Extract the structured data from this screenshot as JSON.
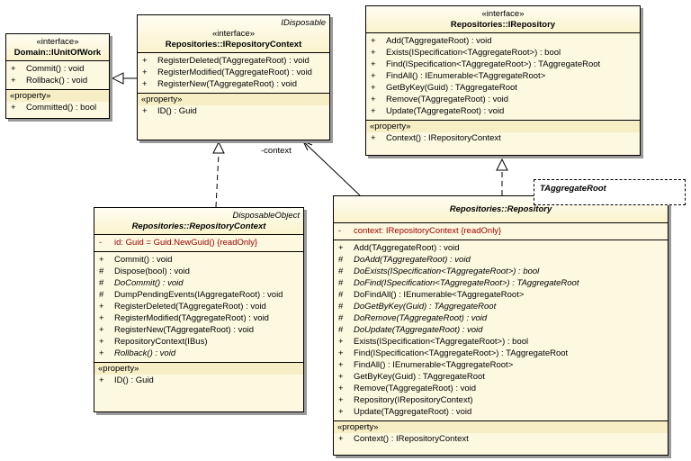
{
  "iunitofwork": {
    "stereotype": "«interface»",
    "name": "Domain::IUnitOfWork",
    "methods": [
      {
        "vis": "+",
        "text": "Commit() : void"
      },
      {
        "vis": "+",
        "text": "Rollback() : void"
      }
    ],
    "property_stereotype": "«property»",
    "properties": [
      {
        "vis": "+",
        "text": "Committed() : bool"
      }
    ]
  },
  "irepositorycontext": {
    "parent": "IDisposable",
    "stereotype": "«interface»",
    "name": "Repositories::IRepositoryContext",
    "methods": [
      {
        "vis": "+",
        "text": "RegisterDeleted(TAggregateRoot) : void"
      },
      {
        "vis": "+",
        "text": "RegisterModified(TAggregateRoot) : void"
      },
      {
        "vis": "+",
        "text": "RegisterNew(TAggregateRoot) : void"
      }
    ],
    "property_stereotype": "«property»",
    "properties": [
      {
        "vis": "+",
        "text": "ID() : Guid"
      }
    ]
  },
  "irepository": {
    "stereotype": "«interface»",
    "name": "Repositories::IRepository",
    "methods": [
      {
        "vis": "+",
        "text": "Add(TAggregateRoot) : void"
      },
      {
        "vis": "+",
        "text": "Exists(ISpecification<TAggregateRoot>) : bool"
      },
      {
        "vis": "+",
        "text": "Find(ISpecification<TAggregateRoot>) : TAggregateRoot"
      },
      {
        "vis": "+",
        "text": "FindAll() : IEnumerable<TAggregateRoot>"
      },
      {
        "vis": "+",
        "text": "GetByKey(Guid) : TAggregateRoot"
      },
      {
        "vis": "+",
        "text": "Remove(TAggregateRoot) : void"
      },
      {
        "vis": "+",
        "text": "Update(TAggregateRoot) : void"
      }
    ],
    "property_stereotype": "«property»",
    "properties": [
      {
        "vis": "+",
        "text": "Context() : IRepositoryContext"
      }
    ]
  },
  "repositorycontext": {
    "parent": "DisposableObject",
    "name": "Repositories::RepositoryContext",
    "attributes": [
      {
        "vis": "-",
        "text": "id:  Guid = Guid.NewGuid() {readOnly}"
      }
    ],
    "methods": [
      {
        "vis": "+",
        "text": "Commit() : void",
        "italic": false
      },
      {
        "vis": "#",
        "text": "Dispose(bool) : void",
        "italic": false
      },
      {
        "vis": "#",
        "text": "DoCommit() : void",
        "italic": true
      },
      {
        "vis": "#",
        "text": "DumpPendingEvents(IAggregateRoot) : void",
        "italic": false
      },
      {
        "vis": "+",
        "text": "RegisterDeleted(TAggregateRoot) : void",
        "italic": false
      },
      {
        "vis": "+",
        "text": "RegisterModified(TAggregateRoot) : void",
        "italic": false
      },
      {
        "vis": "+",
        "text": "RegisterNew(TAggregateRoot) : void",
        "italic": false
      },
      {
        "vis": "+",
        "text": "RepositoryContext(IBus)",
        "italic": false
      },
      {
        "vis": "+",
        "text": "Rollback() : void",
        "italic": true
      }
    ],
    "property_stereotype": "«property»",
    "properties": [
      {
        "vis": "+",
        "text": "ID() : Guid"
      }
    ]
  },
  "repository": {
    "template_param": "TAggregateRoot",
    "name": "Repositories::Repository",
    "attributes": [
      {
        "vis": "-",
        "text": "context:  IRepositoryContext {readOnly}"
      }
    ],
    "methods": [
      {
        "vis": "+",
        "text": "Add(TAggregateRoot) : void",
        "italic": false
      },
      {
        "vis": "#",
        "text": "DoAdd(TAggregateRoot) : void",
        "italic": true
      },
      {
        "vis": "#",
        "text": "DoExists(ISpecification<TAggregateRoot>) : bool",
        "italic": true
      },
      {
        "vis": "#",
        "text": "DoFind(ISpecification<TAggregateRoot>) : TAggregateRoot",
        "italic": true
      },
      {
        "vis": "#",
        "text": "DoFindAll() : IEnumerable<TAggregateRoot>",
        "italic": false
      },
      {
        "vis": "#",
        "text": "DoGetByKey(Guid) : TAggregateRoot",
        "italic": true
      },
      {
        "vis": "#",
        "text": "DoRemove(TAggregateRoot) : void",
        "italic": true
      },
      {
        "vis": "#",
        "text": "DoUpdate(TAggregateRoot) : void",
        "italic": true
      },
      {
        "vis": "+",
        "text": "Exists(ISpecification<TAggregateRoot>) : bool",
        "italic": false
      },
      {
        "vis": "+",
        "text": "Find(ISpecification<TAggregateRoot>) : TAggregateRoot",
        "italic": false
      },
      {
        "vis": "+",
        "text": "FindAll() : IEnumerable<TAggregateRoot>",
        "italic": false
      },
      {
        "vis": "+",
        "text": "GetByKey(Guid) : TAggregateRoot",
        "italic": false
      },
      {
        "vis": "+",
        "text": "Remove(TAggregateRoot) : void",
        "italic": false
      },
      {
        "vis": "+",
        "text": "Repository(IRepositoryContext)",
        "italic": false
      },
      {
        "vis": "+",
        "text": "Update(TAggregateRoot) : void",
        "italic": false
      }
    ],
    "property_stereotype": "«property»",
    "properties": [
      {
        "vis": "+",
        "text": "Context() : IRepositoryContext"
      }
    ]
  },
  "associations": {
    "context_role": "-context"
  }
}
